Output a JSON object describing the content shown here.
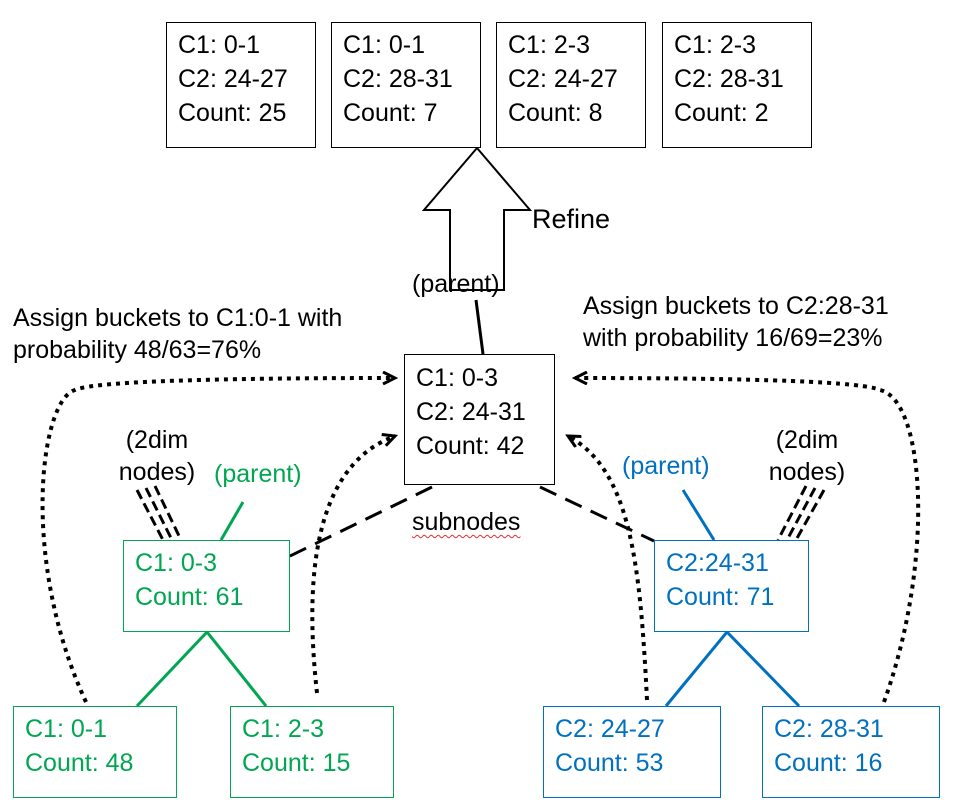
{
  "refined_buckets": [
    {
      "c1": "C1: 0-1",
      "c2": "C2: 24-27",
      "count": "Count: 25"
    },
    {
      "c1": "C1: 0-1",
      "c2": "C2: 28-31",
      "count": "Count: 7"
    },
    {
      "c1": "C1: 2-3",
      "c2": "C2: 24-27",
      "count": "Count: 8"
    },
    {
      "c1": "C1: 2-3",
      "c2": "C2: 28-31",
      "count": "Count: 2"
    }
  ],
  "refine_label": "Refine",
  "center_node": {
    "parent_label": "(parent)",
    "c1": "C1: 0-3",
    "c2": "C2: 24-31",
    "count": "Count: 42",
    "subnodes_label": "subnodes"
  },
  "left_annotation": {
    "line1": "Assign buckets to C1:0-1 with",
    "line2": "probability 48/63=76%"
  },
  "right_annotation": {
    "line1": "Assign buckets to C2:28-31",
    "line2": "with probability 16/69=23%"
  },
  "left_tree": {
    "color": "#00a651",
    "twodim_label": {
      "line1": "(2dim",
      "line2": "nodes)"
    },
    "parent_label": "(parent)",
    "root": {
      "range": "C1: 0-3",
      "count": "Count: 61"
    },
    "children": [
      {
        "range": "C1: 0-1",
        "count": "Count: 48"
      },
      {
        "range": "C1: 2-3",
        "count": "Count: 15"
      }
    ]
  },
  "right_tree": {
    "color": "#0070c0",
    "twodim_label": {
      "line1": "(2dim",
      "line2": "nodes)"
    },
    "parent_label": "(parent)",
    "root": {
      "range": "C2:24-31",
      "count": "Count: 71"
    },
    "children": [
      {
        "range": "C2: 24-27",
        "count": "Count: 53"
      },
      {
        "range": "C2: 28-31",
        "count": "Count: 16"
      }
    ]
  }
}
